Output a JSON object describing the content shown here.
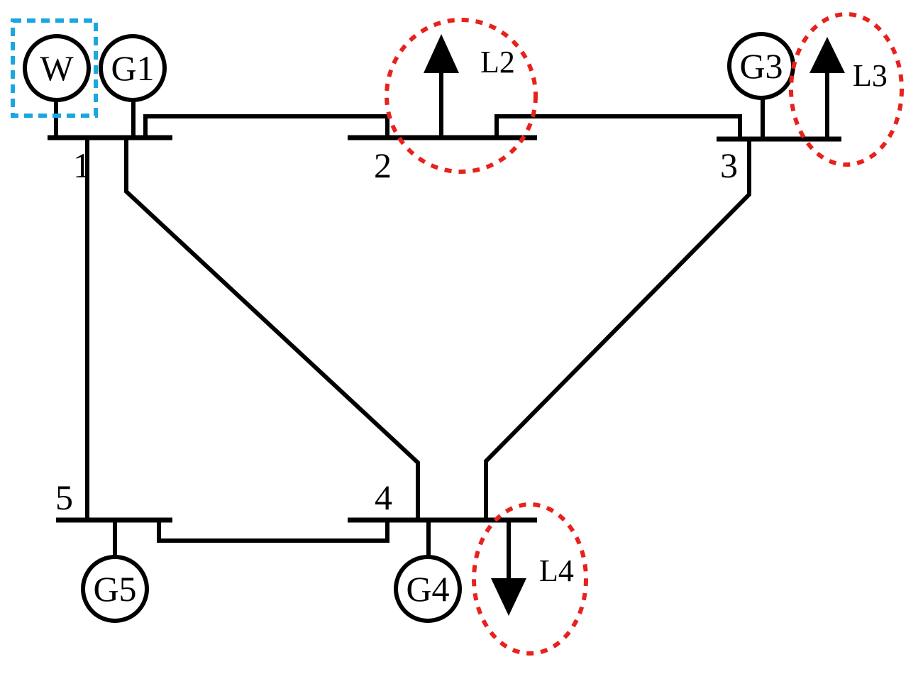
{
  "buses": [
    {
      "id": "1",
      "label": "1"
    },
    {
      "id": "2",
      "label": "2"
    },
    {
      "id": "3",
      "label": "3"
    },
    {
      "id": "4",
      "label": "4"
    },
    {
      "id": "5",
      "label": "5"
    }
  ],
  "generators": [
    {
      "id": "W",
      "label": "W",
      "bus": "1"
    },
    {
      "id": "G1",
      "label": "G1",
      "bus": "1"
    },
    {
      "id": "G3",
      "label": "G3",
      "bus": "3"
    },
    {
      "id": "G4",
      "label": "G4",
      "bus": "4"
    },
    {
      "id": "G5",
      "label": "G5",
      "bus": "5"
    }
  ],
  "loads": [
    {
      "id": "L2",
      "label": "L2",
      "bus": "2"
    },
    {
      "id": "L3",
      "label": "L3",
      "bus": "3"
    },
    {
      "id": "L4",
      "label": "L4",
      "bus": "4"
    }
  ],
  "branches": [
    {
      "from": "1",
      "to": "2"
    },
    {
      "from": "1",
      "to": "4"
    },
    {
      "from": "1",
      "to": "5"
    },
    {
      "from": "2",
      "to": "3"
    },
    {
      "from": "3",
      "to": "4"
    },
    {
      "from": "4",
      "to": "5"
    }
  ],
  "colors": {
    "line": "#000000",
    "load_highlight": "#e8211d",
    "wind_highlight": "#1aa6e0"
  }
}
